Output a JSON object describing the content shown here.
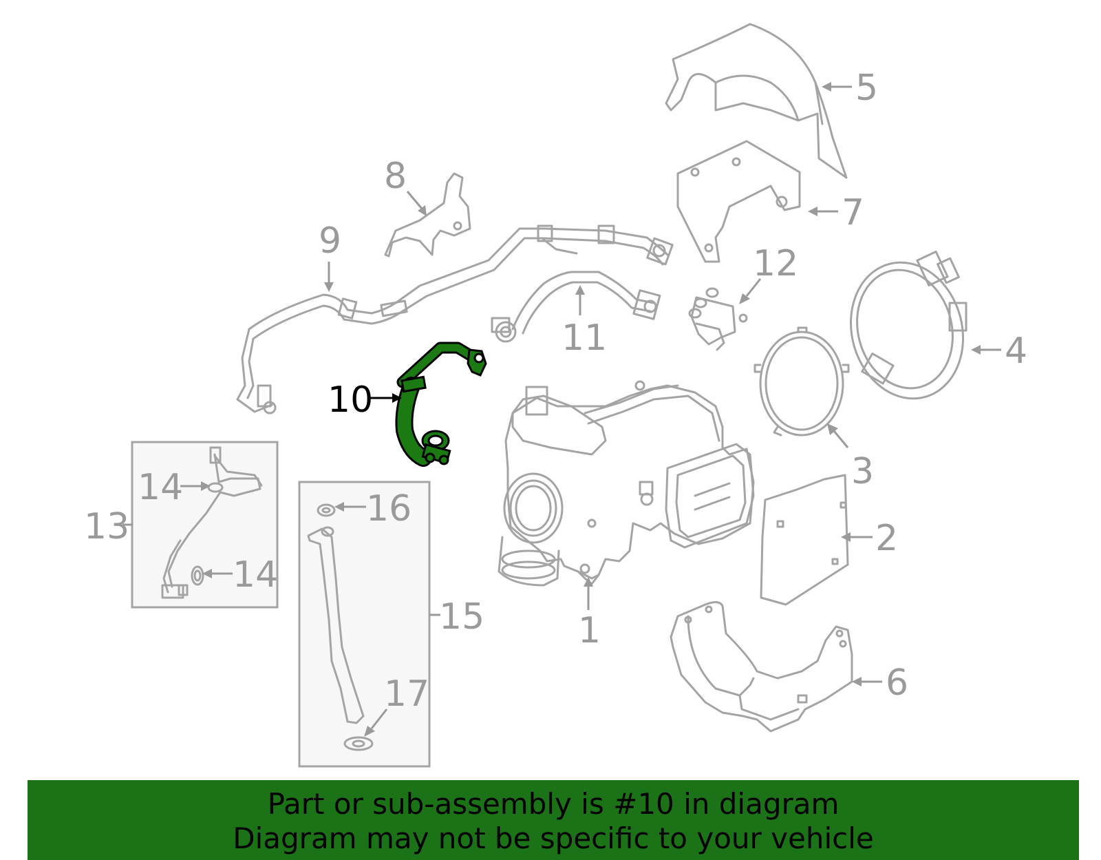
{
  "colors": {
    "highlight_part": "#1c7a12",
    "banner_background": "#1c7217",
    "part_outline": "#a4a4a4",
    "callout_text": "#9a9a9a"
  },
  "highlighted_part": "10",
  "callouts": {
    "c1": "1",
    "c2": "2",
    "c3": "3",
    "c4": "4",
    "c5": "5",
    "c6": "6",
    "c7": "7",
    "c8": "8",
    "c9": "9",
    "c10": "10",
    "c11": "11",
    "c12": "12",
    "c13": "13",
    "c14a": "14",
    "c14b": "14",
    "c15": "15",
    "c16": "16",
    "c17": "17"
  },
  "banner": {
    "line1": "Part or sub-assembly is #10 in diagram",
    "line2": "Diagram may not be specific to your vehicle"
  }
}
